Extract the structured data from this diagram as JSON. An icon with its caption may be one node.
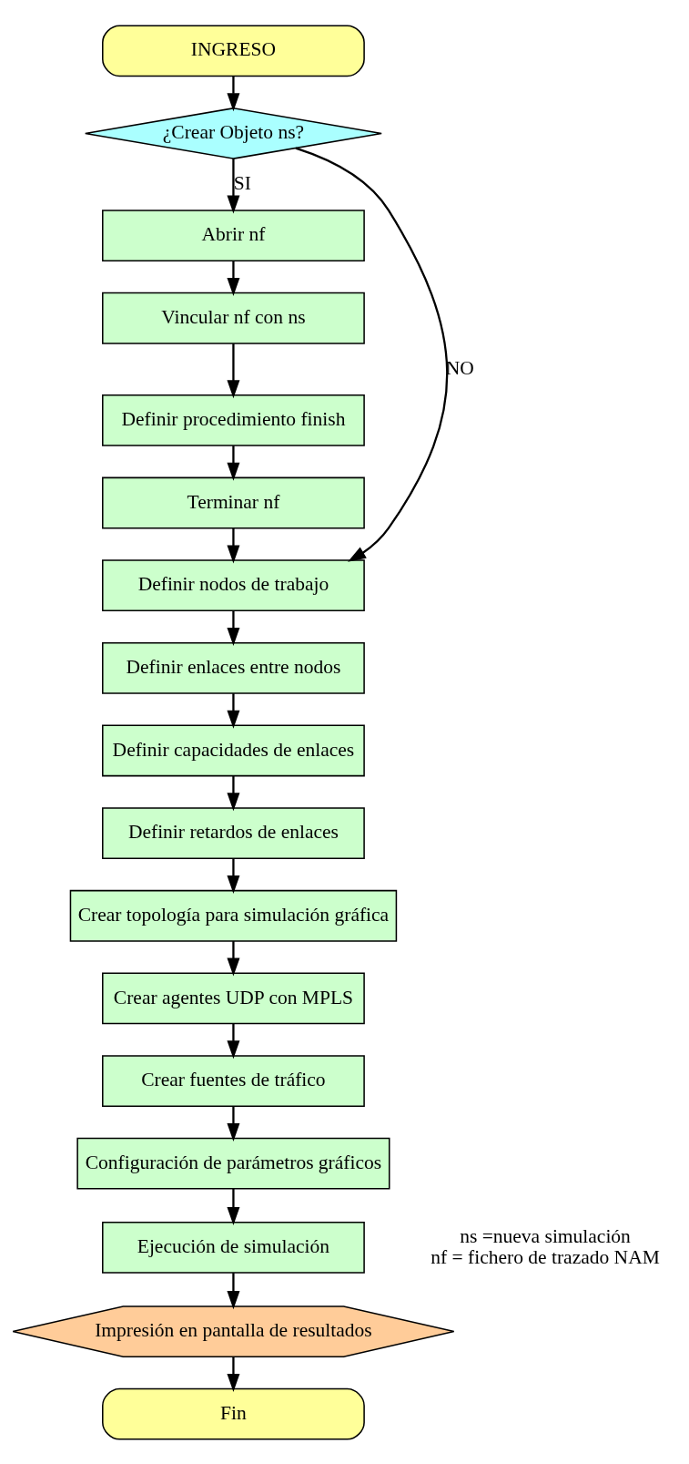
{
  "diagram": {
    "nodes": [
      {
        "text": [
          "INGRESO"
        ]
      },
      {
        "text": [
          "¿Crear Objeto ns?"
        ]
      },
      {
        "text": [
          "Abrir nf"
        ]
      },
      {
        "text": [
          "Vincular nf con ns"
        ]
      },
      {
        "text": [
          "Definir procedimiento finish"
        ]
      },
      {
        "text": [
          "Terminar nf"
        ]
      },
      {
        "text": [
          "Definir nodos de trabajo"
        ]
      },
      {
        "text": [
          "Definir enlaces entre nodos"
        ]
      },
      {
        "text": [
          "Definir capacidades de enlaces"
        ]
      },
      {
        "text": [
          "Definir retardos de enlaces"
        ]
      },
      {
        "text": [
          "Crear topología para simulación gráfica"
        ]
      },
      {
        "text": [
          "Crear agentes UDP con MPLS"
        ]
      },
      {
        "text": [
          "Crear fuentes de tráfico"
        ]
      },
      {
        "text": [
          "Configuración de parámetros gráficos"
        ]
      },
      {
        "text": [
          "Ejecución de simulación"
        ]
      },
      {
        "text": [
          "Impresión en pantalla de resultados"
        ]
      },
      {
        "text": [
          "Fin"
        ]
      }
    ],
    "edges": [
      {
        "from": 0,
        "to": 1,
        "arrow": "to"
      },
      {
        "from": 1,
        "to": 2,
        "arrow": "to",
        "label": "SI"
      },
      {
        "from": 2,
        "to": 3,
        "arrow": "to"
      },
      {
        "from": 3,
        "to": 4,
        "arrow": "to"
      },
      {
        "from": 4,
        "to": 5,
        "arrow": "to"
      },
      {
        "from": 5,
        "to": 6,
        "arrow": "to"
      },
      {
        "from": 1,
        "to": 6,
        "arrow": "to",
        "label": "NO"
      },
      {
        "from": 6,
        "to": 7,
        "arrow": "to"
      },
      {
        "from": 7,
        "to": 8,
        "arrow": "to"
      },
      {
        "from": 8,
        "to": 9,
        "arrow": "to"
      },
      {
        "from": 9,
        "to": 10,
        "arrow": "to"
      },
      {
        "from": 10,
        "to": 11,
        "arrow": "to"
      },
      {
        "from": 11,
        "to": 12,
        "arrow": "to"
      },
      {
        "from": 12,
        "to": 13,
        "arrow": "to"
      },
      {
        "from": 13,
        "to": 14,
        "arrow": "to"
      },
      {
        "from": 14,
        "to": 15,
        "arrow": "to"
      },
      {
        "from": 15,
        "to": 16,
        "arrow": "to"
      }
    ],
    "labels": [
      "ns =nueva simulación",
      "nf = fichero de trazado NAM"
    ]
  }
}
